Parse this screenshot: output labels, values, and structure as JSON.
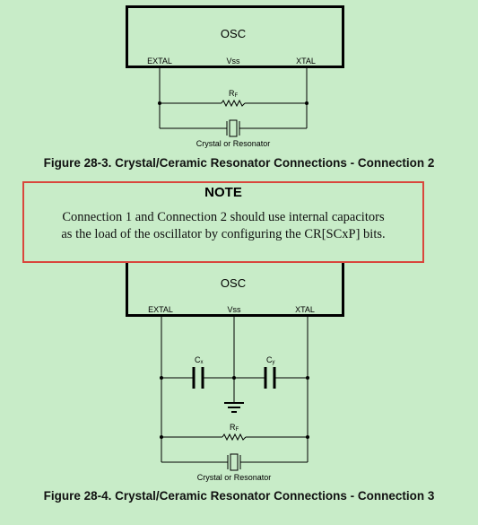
{
  "figure_top": {
    "block_label": "OSC",
    "pins": {
      "left": "EXTAL",
      "middle": "Vss",
      "right": "XTAL"
    },
    "resistor_label": "R",
    "resistor_sub": "F",
    "crystal_label": "Crystal or Resonator",
    "caption": "Figure 28-3. Crystal/Ceramic Resonator Connections - Connection 2"
  },
  "note": {
    "title": "NOTE",
    "line1": "Connection 1 and Connection 2 should use internal capacitors",
    "line2": "as the load of the oscillator by configuring the CR[SCxP] bits."
  },
  "figure_bottom": {
    "block_label": "OSC",
    "pins": {
      "left": "EXTAL",
      "middle": "Vss",
      "right": "XTAL"
    },
    "cap_x_label": "C",
    "cap_x_sub": "x",
    "cap_y_label": "C",
    "cap_y_sub": "y",
    "resistor_label": "R",
    "resistor_sub": "F",
    "crystal_label": "Crystal or Resonator",
    "caption": "Figure 28-4. Crystal/Ceramic Resonator Connections - Connection 3"
  }
}
